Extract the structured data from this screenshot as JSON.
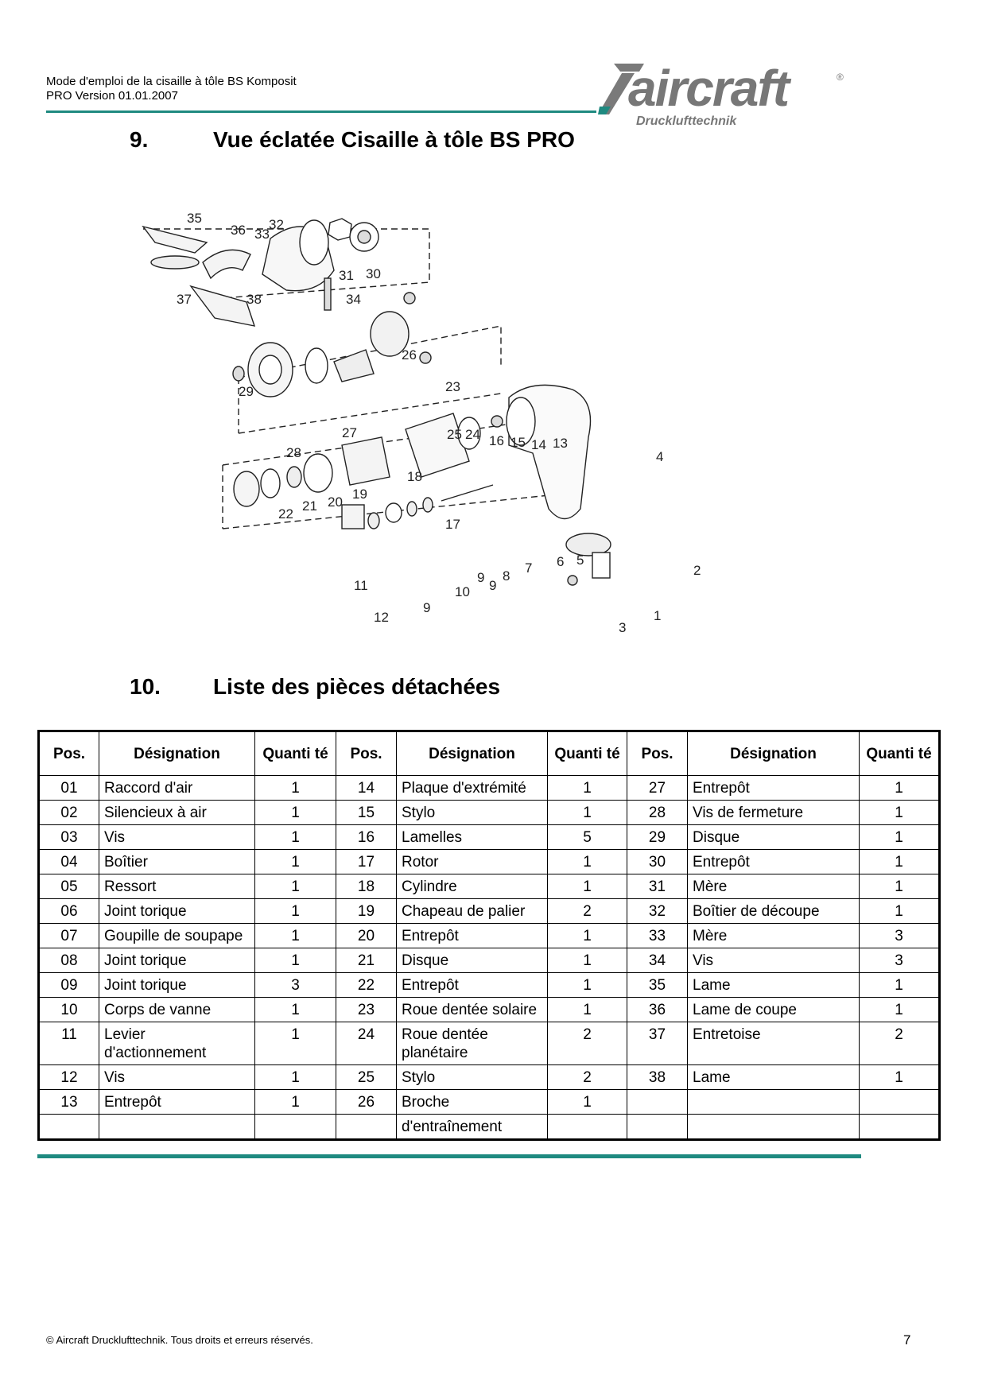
{
  "header": {
    "line1": "Mode d'emploi de la cisaille à tôle BS Komposit",
    "line2": "PRO Version 01.01.2007",
    "logo_word": "aircraft",
    "logo_reg": "®",
    "logo_sub": "Drucklufttechnik",
    "accent": "#1f8a80"
  },
  "section9": {
    "number": "9.",
    "title": "Vue éclatée Cisaille à tôle BS PRO"
  },
  "diagram": {
    "labels": [
      "35",
      "36",
      "33",
      "32",
      "31",
      "30",
      "34",
      "37",
      "38",
      "26",
      "29",
      "23",
      "27",
      "28",
      "25",
      "24",
      "16",
      "15",
      "14",
      "13",
      "4",
      "18",
      "22",
      "21",
      "20",
      "19",
      "17",
      "6",
      "5",
      "7",
      "8",
      "9",
      "9",
      "10",
      "11",
      "12",
      "9",
      "2",
      "1",
      "3"
    ]
  },
  "section10": {
    "number": "10.",
    "title": "Liste des pièces détachées"
  },
  "table": {
    "headers": [
      "Pos.",
      "Désignation",
      "Quanti té"
    ],
    "rows": [
      [
        [
          "01",
          "Raccord d'air",
          "1"
        ],
        [
          "14",
          "Plaque d'extrémité",
          "1"
        ],
        [
          "27",
          "Entrepôt",
          "1"
        ]
      ],
      [
        [
          "02",
          "Silencieux à air",
          "1"
        ],
        [
          "15",
          "Stylo",
          "1"
        ],
        [
          "28",
          "Vis de fermeture",
          "1"
        ]
      ],
      [
        [
          "03",
          "Vis",
          "1"
        ],
        [
          "16",
          "Lamelles",
          "5"
        ],
        [
          "29",
          "Disque",
          "1"
        ]
      ],
      [
        [
          "04",
          "Boîtier",
          "1"
        ],
        [
          "17",
          "Rotor",
          "1"
        ],
        [
          "30",
          "Entrepôt",
          "1"
        ]
      ],
      [
        [
          "05",
          "Ressort",
          "1"
        ],
        [
          "18",
          "Cylindre",
          "1"
        ],
        [
          "31",
          "Mère",
          "1"
        ]
      ],
      [
        [
          "06",
          "Joint torique",
          "1"
        ],
        [
          "19",
          "Chapeau de palier",
          "2"
        ],
        [
          "32",
          "Boîtier de découpe",
          "1"
        ]
      ],
      [
        [
          "07",
          "Goupille de soupape",
          "1"
        ],
        [
          "20",
          "Entrepôt",
          "1"
        ],
        [
          "33",
          "Mère",
          "3"
        ]
      ],
      [
        [
          "08",
          "Joint torique",
          "1"
        ],
        [
          "21",
          "Disque",
          "1"
        ],
        [
          "34",
          "Vis",
          "3"
        ]
      ],
      [
        [
          "09",
          "Joint torique",
          "3"
        ],
        [
          "22",
          "Entrepôt",
          "1"
        ],
        [
          "35",
          "Lame",
          "1"
        ]
      ],
      [
        [
          "10",
          "Corps de vanne",
          "1"
        ],
        [
          "23",
          "Roue dentée solaire",
          "1"
        ],
        [
          "36",
          "Lame de coupe",
          "1"
        ]
      ],
      [
        [
          "11",
          "Levier d'actionnement",
          "1"
        ],
        [
          "24",
          "Roue dentée planétaire",
          "2"
        ],
        [
          "37",
          "Entretoise",
          "2"
        ]
      ],
      [
        [
          "12",
          "Vis",
          "1"
        ],
        [
          "25",
          "Stylo",
          "2"
        ],
        [
          "38",
          "Lame",
          "1"
        ]
      ],
      [
        [
          "13",
          "Entrepôt",
          "1"
        ],
        [
          "26",
          "Broche",
          "1"
        ],
        [
          "",
          "",
          ""
        ]
      ],
      [
        [
          "",
          "",
          ""
        ],
        [
          "",
          "d'entraînement",
          ""
        ],
        [
          "",
          "",
          ""
        ]
      ]
    ]
  },
  "footer": {
    "copyright": "© Aircraft Drucklufttechnik. Tous droits et erreurs réservés.",
    "page": "7"
  }
}
